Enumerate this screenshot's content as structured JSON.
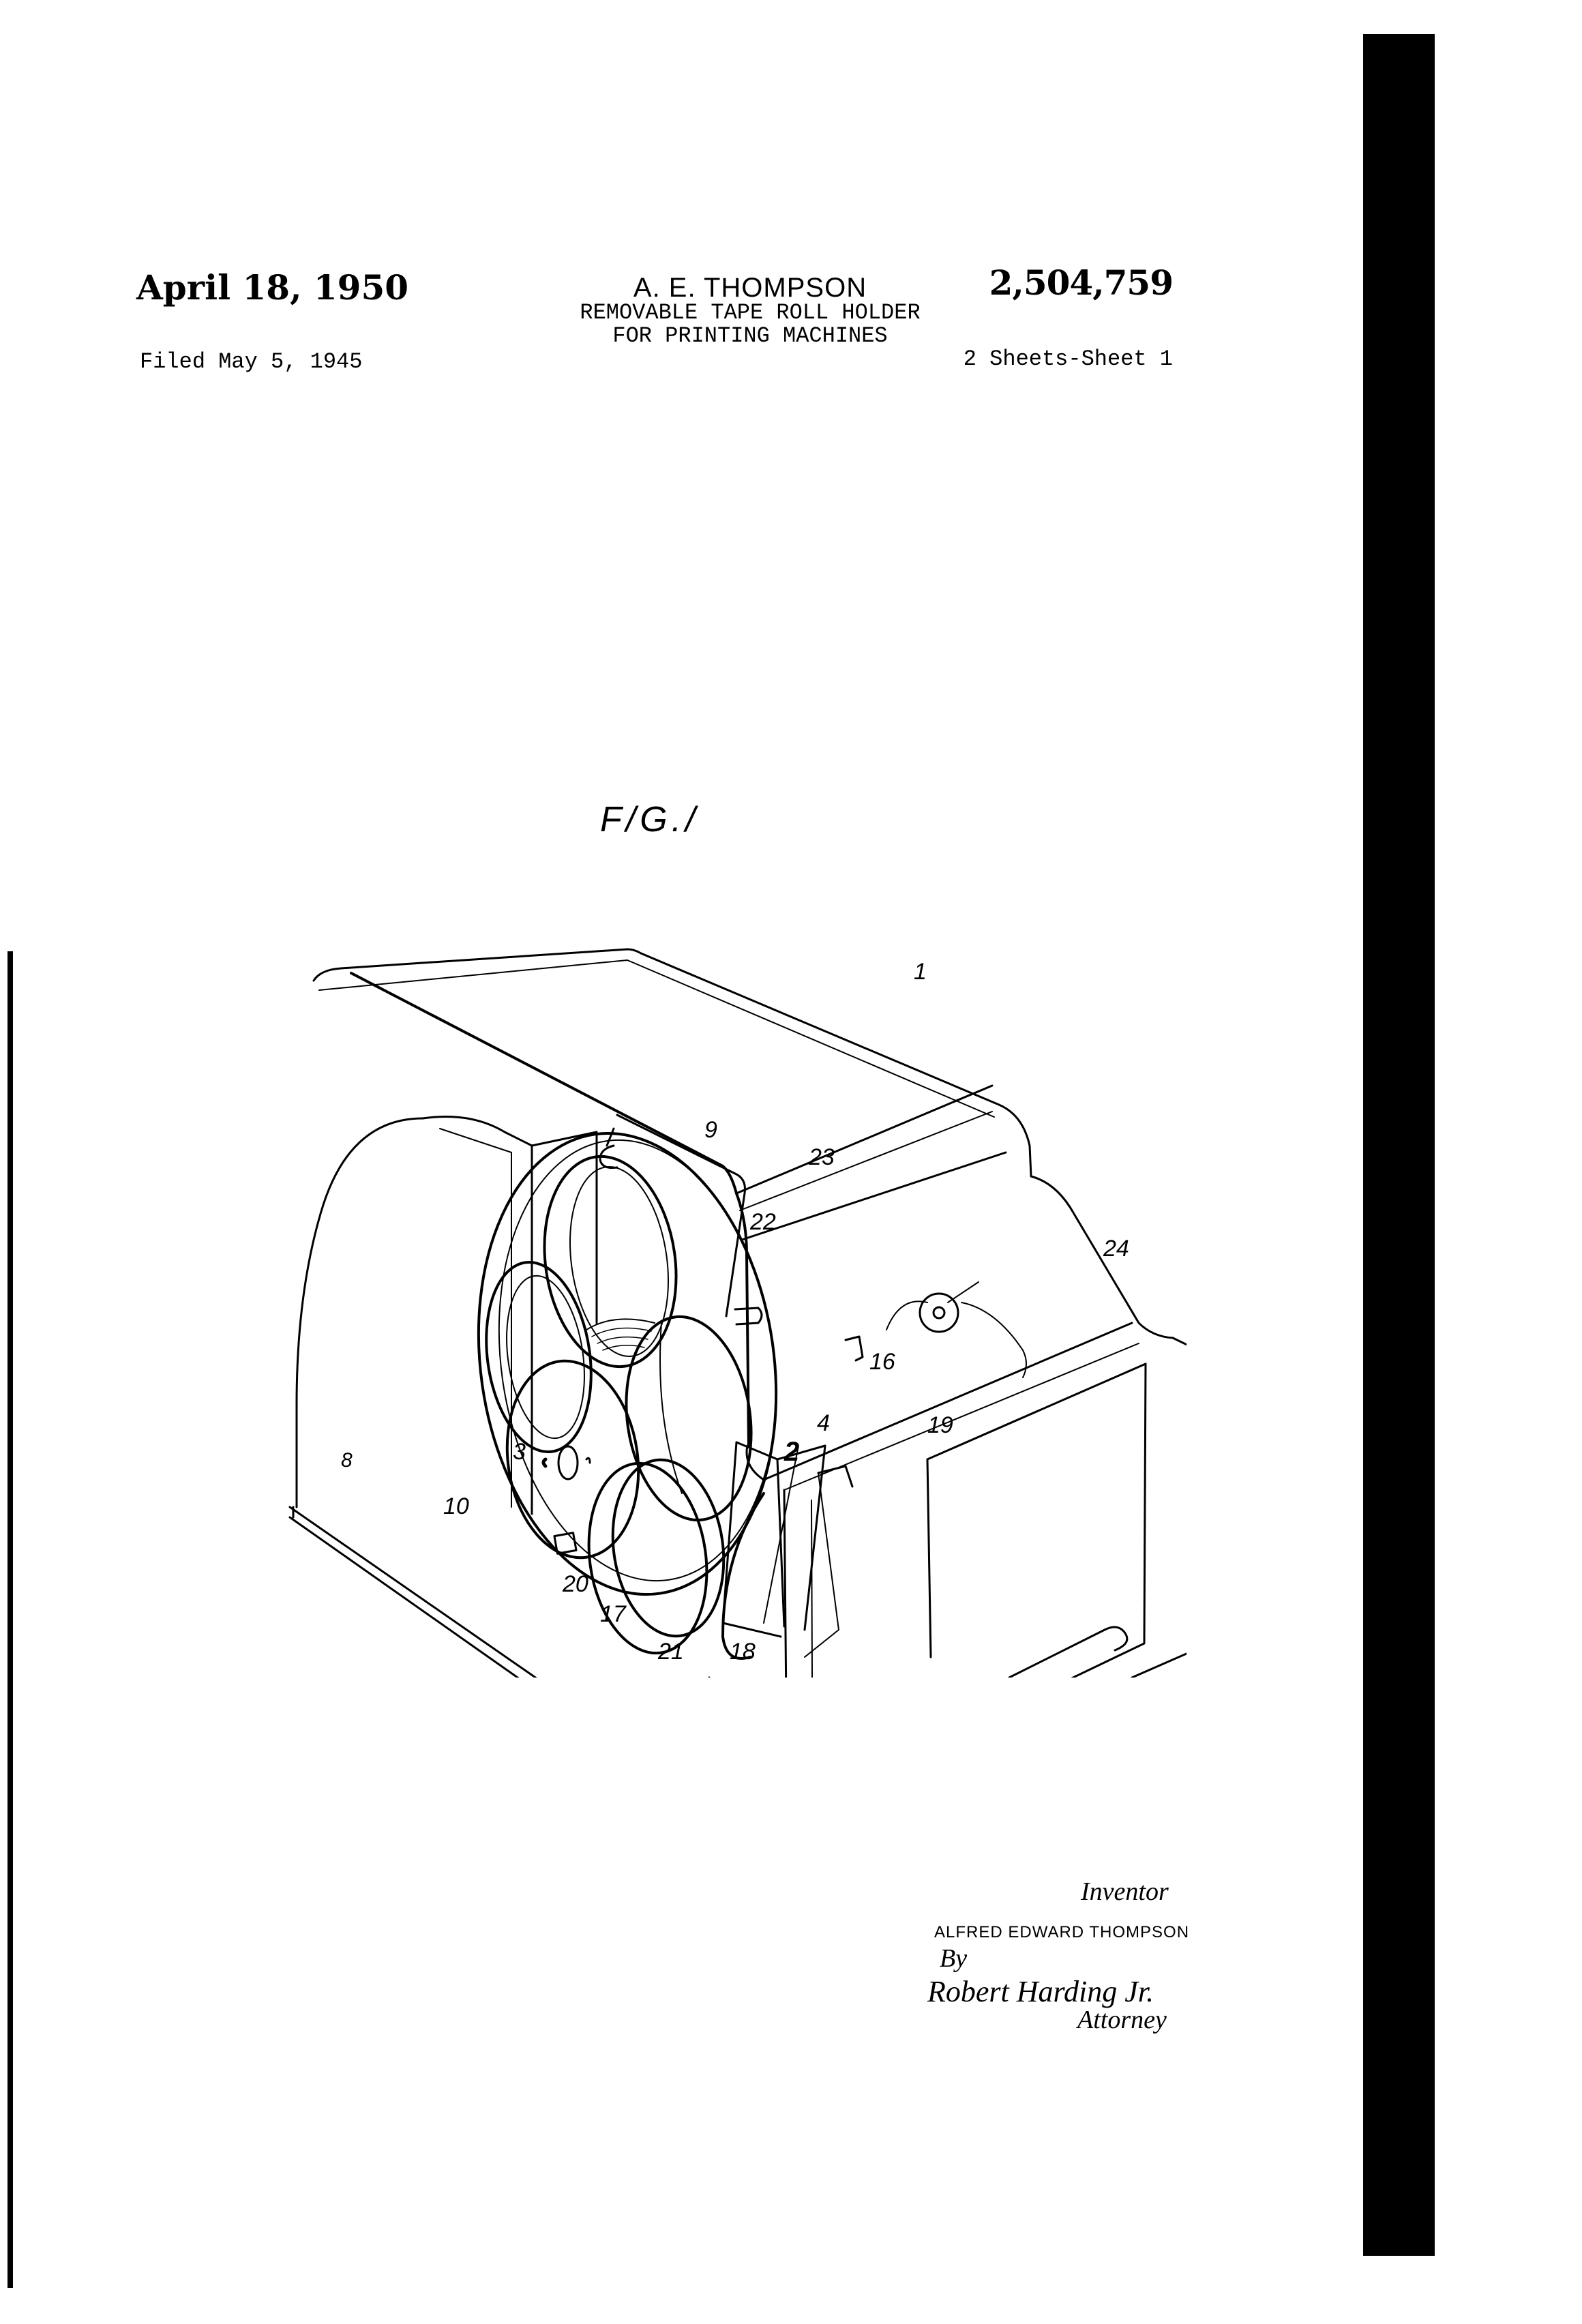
{
  "header": {
    "issue_date": "April 18, 1950",
    "filed_date": "Filed May 5, 1945",
    "inventor_name": "A. E. THOMPSON",
    "title_line1": "REMOVABLE TAPE ROLL HOLDER",
    "title_line2": "FOR PRINTING MACHINES",
    "patent_number": "2,504,759",
    "sheet_info": "2 Sheets-Sheet 1"
  },
  "figure": {
    "label": "FIG. 1",
    "label_rendered": "F/G./",
    "reference_numerals": [
      {
        "id": "1",
        "text": "1"
      },
      {
        "id": "2",
        "text": "2"
      },
      {
        "id": "3",
        "text": "3"
      },
      {
        "id": "4",
        "text": "4"
      },
      {
        "id": "8",
        "text": "8"
      },
      {
        "id": "9",
        "text": "9"
      },
      {
        "id": "10",
        "text": "10"
      },
      {
        "id": "16",
        "text": "16"
      },
      {
        "id": "17",
        "text": "17"
      },
      {
        "id": "18",
        "text": "18"
      },
      {
        "id": "19",
        "text": "19"
      },
      {
        "id": "20",
        "text": "20"
      },
      {
        "id": "21",
        "text": "21"
      },
      {
        "id": "22",
        "text": "22"
      },
      {
        "id": "23",
        "text": "23"
      },
      {
        "id": "24",
        "text": "24"
      }
    ]
  },
  "signatures": {
    "inventor_caption": "Inventor",
    "inventor_signature": "ALFRED EDWARD THOMPSON",
    "by_label": "By",
    "attorney_signature": "Robert Harding Jr.",
    "attorney_caption": "Attorney"
  },
  "colors": {
    "ink": "#000000",
    "paper": "#ffffff"
  }
}
